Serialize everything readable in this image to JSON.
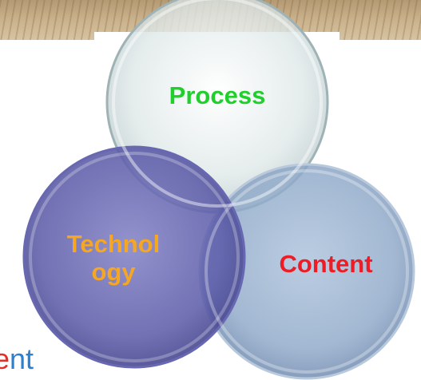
{
  "diagram": {
    "type": "venn",
    "circles": [
      {
        "label": "Process",
        "label_color": "#1fcf2b",
        "fill": "#d3dedf"
      },
      {
        "label": "Technol\nogy",
        "label_color": "#f5a623",
        "fill": "#5b5ba8"
      },
      {
        "label": "Content",
        "label_color": "#ee1c24",
        "fill": "#8aa6c7"
      }
    ]
  },
  "edge_text": {
    "visible_fragment_1": "e",
    "visible_fragment_1_color": "#e03028",
    "visible_fragment_2": "nt",
    "visible_fragment_2_color": "#2d7fd0"
  }
}
